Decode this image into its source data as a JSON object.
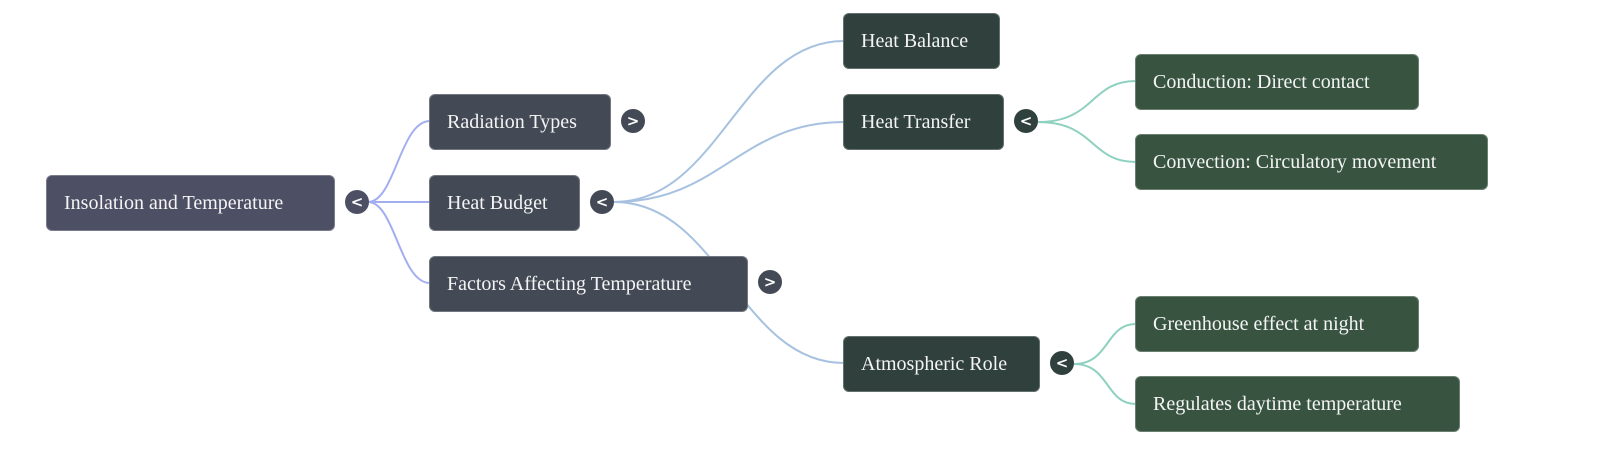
{
  "mindmap": {
    "root": {
      "label": "Insolation and Temperature",
      "toggle": "<",
      "expanded": true
    },
    "level1": [
      {
        "label": "Radiation Types",
        "toggle": ">",
        "expanded": false
      },
      {
        "label": "Heat Budget",
        "toggle": "<",
        "expanded": true
      },
      {
        "label": "Factors Affecting Temperature",
        "toggle": ">",
        "expanded": false
      }
    ],
    "heat_budget_children": [
      {
        "label": "Heat Balance"
      },
      {
        "label": "Heat Transfer",
        "toggle": "<",
        "expanded": true
      },
      {
        "label": "Atmospheric Role",
        "toggle": "<",
        "expanded": true
      }
    ],
    "heat_transfer_children": [
      {
        "label": "Conduction: Direct contact"
      },
      {
        "label": "Convection: Circulatory movement"
      }
    ],
    "atmospheric_role_children": [
      {
        "label": "Greenhouse effect at night"
      },
      {
        "label": "Regulates daytime temperature"
      }
    ]
  },
  "colors": {
    "edge_level1": "#a3aef0",
    "edge_level2": "#a7c2e0",
    "edge_level3": "#8fd1c0",
    "root_fill": "#4d5065",
    "level1_fill": "#434a55",
    "level2_fill": "#2f403d",
    "level3_fill": "#385441"
  }
}
